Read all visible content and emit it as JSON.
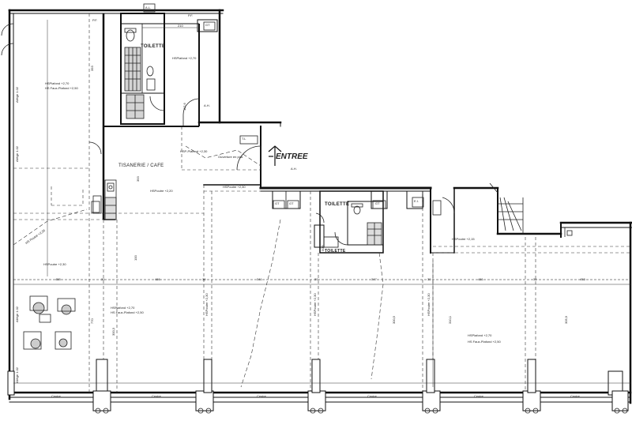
{
  "rooms": {
    "toilette_top": "TOILETTE",
    "toilette_mid": "TOILETTE",
    "tisanerie": "TISANERIE / CAFE",
    "entree": "ENTREE",
    "ah_top": "A.H.",
    "ah_entry": "A.H."
  },
  "heights": {
    "left_main": "HSPlafond +2,70",
    "left_main_b": "HS Faux-Plafond +2,50",
    "left_lower": "HSPlafond +2,70",
    "left_lower_b": "HS Faux-Plafond +2,50",
    "toilet_top": "HSPlafond +2,70",
    "sp_top": "HSP-Plafond +2,30",
    "centre_poutre": "HSPoutre +2,20",
    "corridor_poutre": "HSPoutre +2,30",
    "left_poutre": "HSPoutre +2,30",
    "right_poutre": "HSPoutre +2,15",
    "right_main": "HSPlafond +2,70",
    "right_main_b": "HS Faux-Plafond +2,50",
    "vertical_a": "HSPoutre +2,30",
    "vertical_b": "HSPoutre +2,30",
    "vertical_c": "HSPoutre +2,30",
    "diag_left": "HS Poutre +2,35"
  },
  "dimensions": {
    "d455": "455",
    "d30a": "30",
    "d486": "486",
    "d30b": "30",
    "d341": "341",
    "d30c": "30",
    "d347": "347",
    "d30d": "30",
    "d481": "481",
    "d30e": "30",
    "d453": "453",
    "d210": "210",
    "d393": "393",
    "d770": "770",
    "d3003": "300,3",
    "d3005": "300,5",
    "d3101": "310,1",
    "d3059": "305,9",
    "d3003b": "300,3",
    "d1176": "117,6",
    "d100": "100",
    "d393b": "393",
    "d505": "50,5"
  },
  "codes": {
    "pf1": "P.F.",
    "pf2": "P.F.",
    "al": "A.L.",
    "gt1": "GT",
    "gt2": "GT",
    "gt3": "GT",
    "gt4": "GT",
    "tl": "T.L",
    "ei": "E.I."
  },
  "misc": {
    "ouverture": "Ouverture en plat.",
    "axe1": "Allège 1.02",
    "axe2": "Allège 1.02",
    "axe3": "Allège 1.02",
    "axe4": "Allège 1.02",
    "centre": "Centre"
  }
}
